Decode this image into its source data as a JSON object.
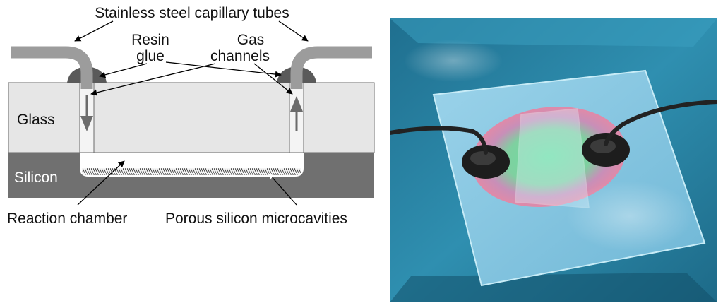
{
  "figure": {
    "labels": {
      "tubes": "Stainless steel capillary tubes",
      "resin_line1": "Resin",
      "resin_line2": "glue",
      "gas_line1": "Gas",
      "gas_line2": "channels",
      "glass": "Glass",
      "silicon": "Silicon",
      "chamber": "Reaction chamber",
      "porous": "Porous silicon microcavities"
    },
    "colors": {
      "glass": "#e6e6e6",
      "silicon": "#707070",
      "tube": "#9c9c9c",
      "resin": "#5a5a5a",
      "flow_arrow": "#6b6b6b",
      "silicon_text": "#ffffff",
      "photo_water": "#2f8fb0",
      "photo_substrate": "#8ecbe3"
    }
  }
}
